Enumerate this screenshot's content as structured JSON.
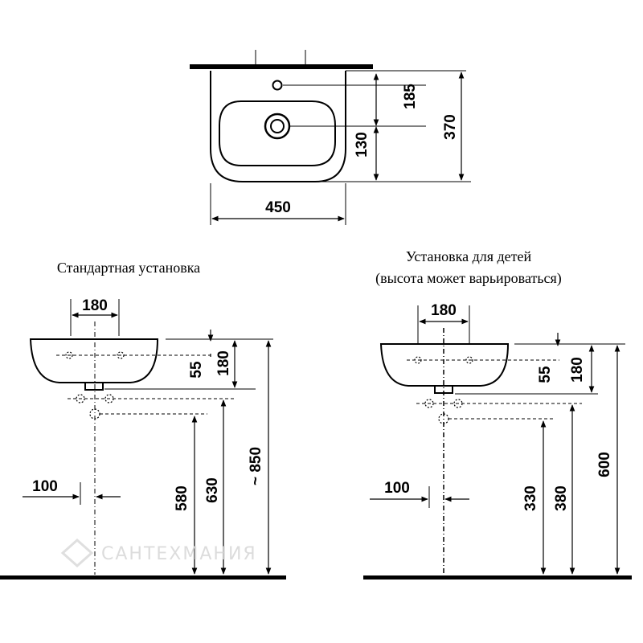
{
  "top_view": {
    "dims": {
      "depth_to_tap": "185",
      "drain_offset": "130",
      "total_depth": "370",
      "width": "450"
    }
  },
  "standard": {
    "caption": "Стандартная установка",
    "dims": {
      "tap_spacing": "180",
      "tap_below_rim": "55",
      "bowl_height": "180",
      "drain_offset": "100",
      "h_580": "580",
      "h_630": "630",
      "h_850": "~ 850"
    }
  },
  "children": {
    "caption_line1": "Установка для детей",
    "caption_line2": "(высота может варьироваться)",
    "dims": {
      "tap_spacing": "180",
      "tap_below_rim": "55",
      "bowl_height": "180",
      "drain_offset": "100",
      "h_330": "330",
      "h_380": "380",
      "h_600": "600"
    }
  },
  "watermark": {
    "text": "САНТЕХМАНИЯ"
  },
  "colors": {
    "ink": "#000000",
    "watermark": "#d9d9d9"
  }
}
